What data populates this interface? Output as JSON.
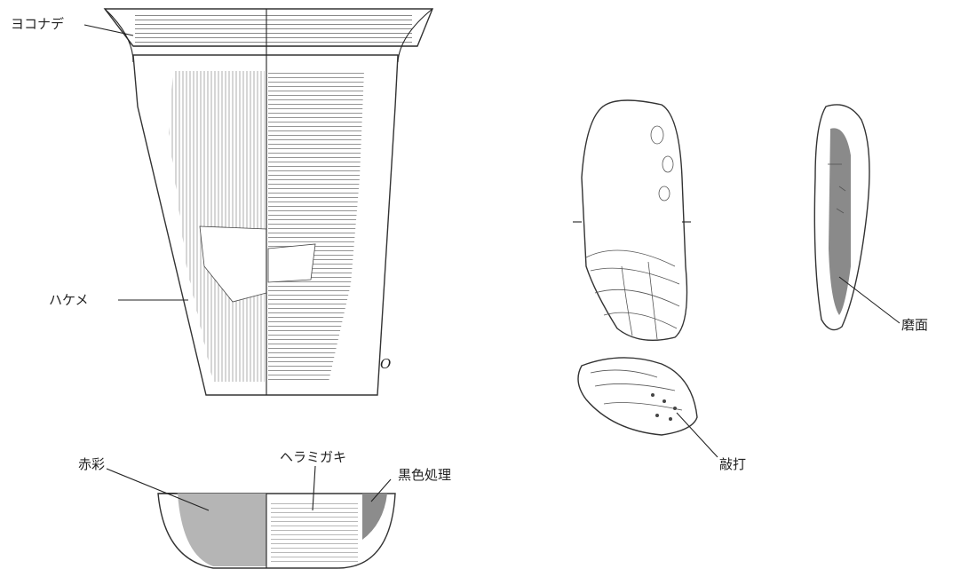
{
  "labels": {
    "yokonade": "ヨコナデ",
    "hakeme": "ハケメ",
    "herami_gaki": "ヘラミガキ",
    "akasai": "赤彩",
    "kokushoku_shori": "黒色処理",
    "mamen": "磨面",
    "koda": "敲打",
    "section_mark": "O"
  },
  "colors": {
    "line": "#222222",
    "red_paint_area": "#b5b5b5",
    "black_treatment_area": "#8c8c8c",
    "polished_surface": "#8a8a8a"
  }
}
